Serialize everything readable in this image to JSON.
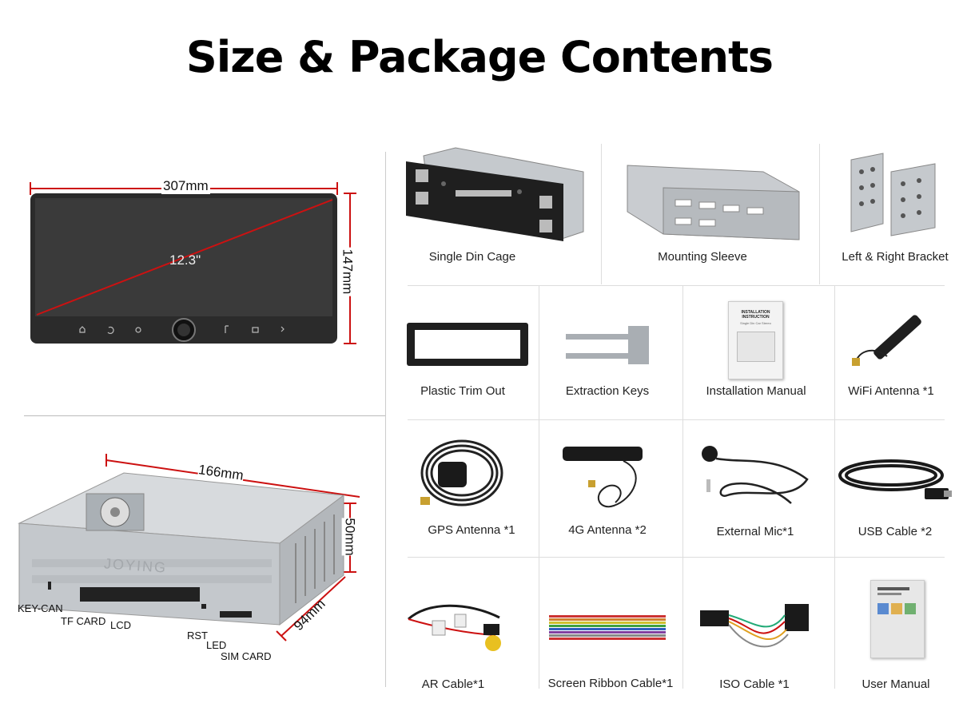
{
  "title": "Size & Package Contents",
  "screen": {
    "width_label": "307mm",
    "height_label": "147mm",
    "diagonal_label": "12.3\""
  },
  "box": {
    "length_label": "166mm",
    "height_label": "50mm",
    "depth_label": "94mm",
    "brand": "JOYING",
    "ports": [
      "KEY-CAN",
      "TF CARD",
      "LCD",
      "RST",
      "LED",
      "SIM CARD"
    ]
  },
  "items": [
    {
      "label": "Single Din Cage",
      "icon": "single-din-cage-icon"
    },
    {
      "label": "Mounting Sleeve",
      "icon": "mounting-sleeve-icon"
    },
    {
      "label": "Left & Right Bracket",
      "icon": "bracket-icon"
    },
    {
      "label": "Plastic Trim Out",
      "icon": "trim-icon"
    },
    {
      "label": "Extraction Keys",
      "icon": "keys-icon"
    },
    {
      "label": "Installation Manual",
      "icon": "manual-icon"
    },
    {
      "label": "WiFi Antenna *1",
      "icon": "wifi-antenna-icon"
    },
    {
      "label": "GPS Antenna *1",
      "icon": "gps-antenna-icon"
    },
    {
      "label": "4G Antenna *2",
      "icon": "4g-antenna-icon"
    },
    {
      "label": "External Mic*1",
      "icon": "mic-icon"
    },
    {
      "label": "USB Cable *2",
      "icon": "usb-cable-icon"
    },
    {
      "label": "AR Cable*1",
      "icon": "ar-cable-icon"
    },
    {
      "label": "Screen Ribbon Cable*1",
      "icon": "ribbon-cable-icon"
    },
    {
      "label": "ISO Cable *1",
      "icon": "iso-cable-icon"
    },
    {
      "label": "User Manual",
      "icon": "user-manual-icon"
    }
  ],
  "manual_text": {
    "install_title": "INSTALLATION INSTRUCTION",
    "install_sub": "Single Din Car Stereo"
  },
  "colors": {
    "dimension": "#cc1111",
    "metal": "#c9ccd0",
    "screen": "#2b2b2b"
  }
}
